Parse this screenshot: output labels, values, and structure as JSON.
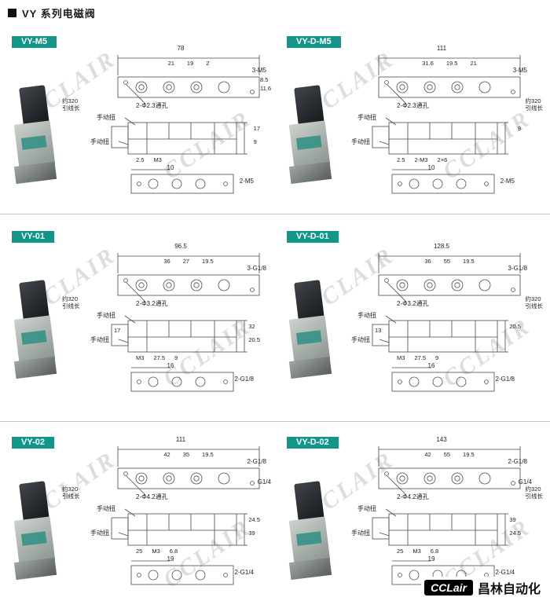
{
  "page": {
    "title": "VY 系列电磁阀",
    "watermark": "CCLAIR",
    "logo": {
      "brand": "CCLair",
      "company": "昌林自动化"
    }
  },
  "labels": {
    "lead1": "约320",
    "lead2": "引线长",
    "manual": "手动扭"
  },
  "sections": [
    {
      "model": "VY-M5",
      "overall": "78",
      "top_dims": [
        "21",
        "19",
        "2"
      ],
      "right_dims": [
        "8.5",
        "11.6"
      ],
      "thread_label": "3-M5",
      "hole_label": "2-Φ2.3通孔",
      "port_label": "",
      "left_dim": "",
      "side_dims": [
        "17",
        "9"
      ],
      "under_dims": [
        "2.5",
        "M3"
      ],
      "bottom_width": "10",
      "bottom_port": "2-M5"
    },
    {
      "model": "VY-D-M5",
      "overall": "111",
      "top_dims": [
        "31.6",
        "19.5",
        "21"
      ],
      "right_dims": [],
      "thread_label": "3-M5",
      "hole_label": "2-Φ2.3通孔",
      "port_label": "",
      "left_dim": "",
      "side_dims": [
        "9"
      ],
      "under_dims": [
        "2.5",
        "2-M3",
        "2×6"
      ],
      "bottom_width": "10",
      "bottom_port": "2-M5"
    },
    {
      "model": "VY-01",
      "overall": "96.5",
      "top_dims": [
        "36",
        "27",
        "19.5"
      ],
      "right_dims": [],
      "thread_label": "3-G1/8",
      "hole_label": "2-Φ3.2通孔",
      "port_label": "",
      "left_dim": "17",
      "side_dims": [
        "32",
        "20.5"
      ],
      "under_dims": [
        "M3",
        "27.5",
        "9"
      ],
      "bottom_width": "16",
      "bottom_port": "2-G1/8"
    },
    {
      "model": "VY-D-01",
      "overall": "128.5",
      "top_dims": [
        "36",
        "55",
        "19.5"
      ],
      "right_dims": [],
      "thread_label": "3-G1/8",
      "hole_label": "2-Φ3.2通孔",
      "port_label": "",
      "left_dim": "13",
      "side_dims": [
        "20.5"
      ],
      "under_dims": [
        "M3",
        "27.5",
        "9"
      ],
      "bottom_width": "16",
      "bottom_port": "2-G1/8"
    },
    {
      "model": "VY-02",
      "overall": "111",
      "top_dims": [
        "42",
        "35",
        "19.5"
      ],
      "right_dims": [],
      "thread_label": "2-G1/8",
      "hole_label": "2-Φ4.2通孔",
      "port_label": "G1/4",
      "left_dim": "",
      "side_dims": [
        "24.5",
        "39"
      ],
      "under_dims": [
        "25",
        "M3",
        "6.8"
      ],
      "bottom_width": "19",
      "bottom_port": "2-G1/4"
    },
    {
      "model": "VY-D-02",
      "overall": "143",
      "top_dims": [
        "42",
        "55",
        "19.5"
      ],
      "right_dims": [],
      "thread_label": "2-G1/8",
      "hole_label": "2-Φ4.2通孔",
      "port_label": "G1/4",
      "left_dim": "",
      "side_dims": [
        "39",
        "24.5"
      ],
      "under_dims": [
        "25",
        "M3",
        "6.8"
      ],
      "bottom_width": "19",
      "bottom_port": "2-G1/4"
    }
  ]
}
